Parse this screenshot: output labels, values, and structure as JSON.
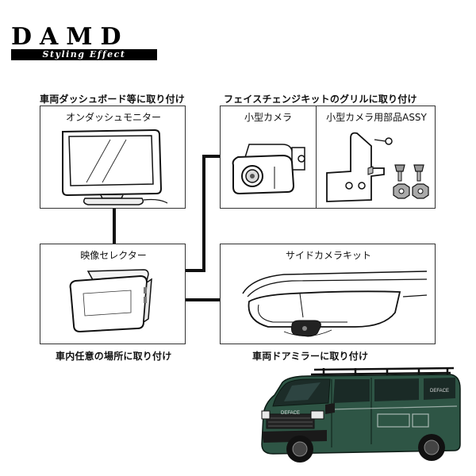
{
  "brand": {
    "logo_text": "DAMD",
    "tagline": "Styling Effect"
  },
  "captions": {
    "dashboard_mount": "車両ダッシュボード等に取り付け",
    "grille_mount": "フェイスチェンジキットのグリルに取り付け",
    "anywhere_mount": "車内任意の場所に取り付け",
    "mirror_mount": "車両ドアミラーに取り付け"
  },
  "boxes": {
    "monitor": "オンダッシュモニター",
    "small_camera": "小型カメラ",
    "camera_parts": "小型カメラ用部品ASSY",
    "selector": "映像セレクター",
    "side_camera_kit": "サイドカメラキット"
  },
  "van": {
    "grille_badge": "DEFACE",
    "side_badge": "DEFACE"
  },
  "colors": {
    "van_body": "#2e5545",
    "line": "#111111",
    "logo_black": "#000000"
  }
}
